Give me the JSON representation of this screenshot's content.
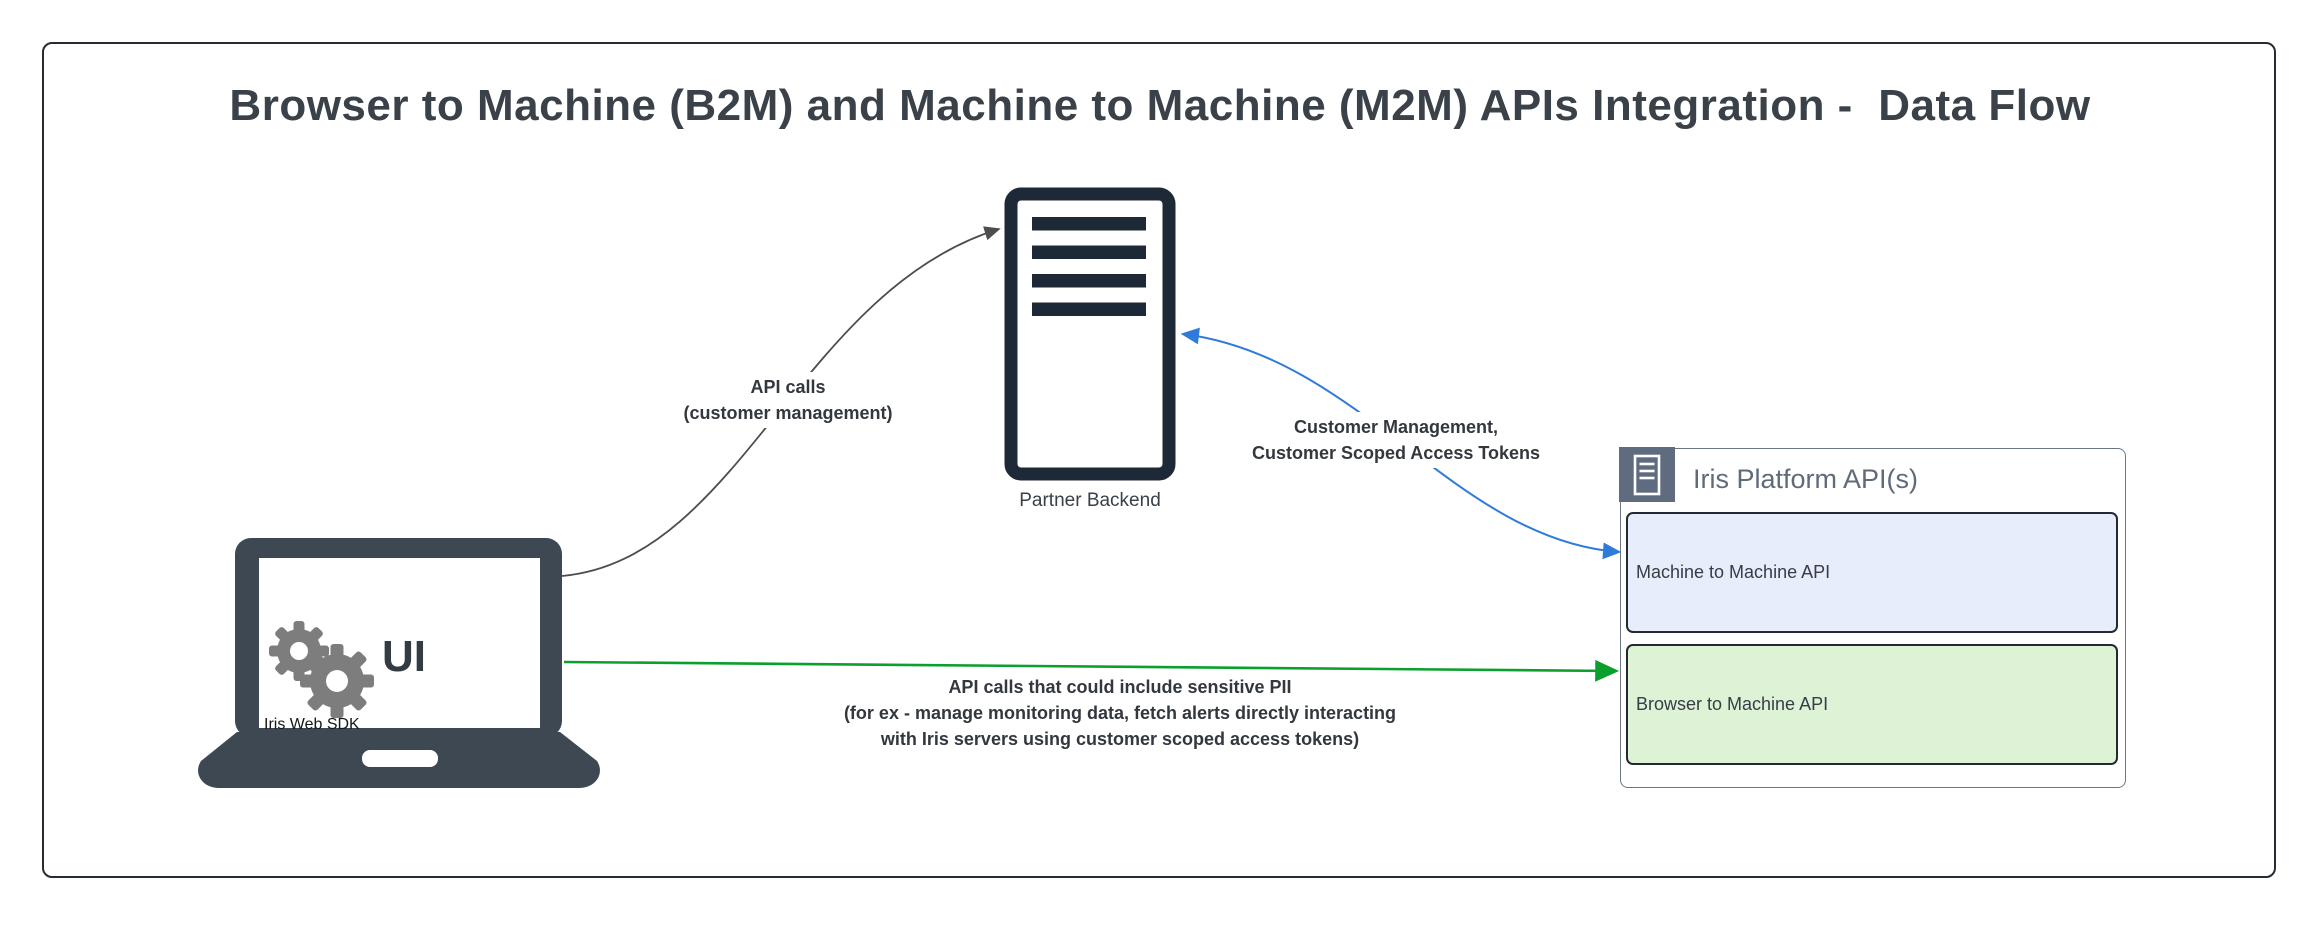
{
  "title": "Browser to Machine (B2M) and Machine to Machine (M2M) APIs Integration -  Data Flow",
  "nodes": {
    "ui_client": {
      "label": "UI",
      "sublabel": "Iris Web SDK",
      "icon": "gears-icon",
      "shape": "laptop"
    },
    "partner_backend": {
      "label": "Partner Backend",
      "shape": "server-rack"
    },
    "iris_platform": {
      "title": "Iris Platform API(s)",
      "icon": "server-badge-icon",
      "children": [
        {
          "label": "Machine to Machine API",
          "fill": "#e8edfb"
        },
        {
          "label": "Browser to Machine API",
          "fill": "#def2d6"
        }
      ]
    }
  },
  "edges": {
    "ui_to_partner": {
      "from": "UI",
      "to": "Partner Backend",
      "direction": "one-way",
      "color": "#4d4d4d",
      "label_lines": [
        "API calls",
        "(customer management)"
      ]
    },
    "partner_to_m2m": {
      "from": "Partner Backend",
      "to": "Machine to Machine API",
      "direction": "two-way",
      "color": "#2e7bd9",
      "label_lines": [
        "Customer Management,",
        "Customer Scoped Access Tokens"
      ]
    },
    "ui_to_b2m": {
      "from": "UI",
      "to": "Browser to Machine API",
      "direction": "one-way",
      "color": "#0b9f2d",
      "label_lines": [
        "API calls that could include sensitive PII",
        "(for ex - manage monitoring data, fetch alerts directly interacting",
        "with Iris servers using customer scoped access tokens)"
      ]
    }
  },
  "colors": {
    "frame_border": "#262c33",
    "title_text": "#3a4149",
    "laptop_body": "#3d4852",
    "gear_gray": "#7d7d7d",
    "server_dark": "#1d2936",
    "badge_slate": "#5f6c80",
    "iris_title_text": "#5f6b7a",
    "m2m_fill": "#e8edfb",
    "b2m_fill": "#def2d6",
    "gray_arrow": "#4d4d4d",
    "blue_arrow": "#2e7bd9",
    "green_arrow": "#0b9f2d"
  }
}
